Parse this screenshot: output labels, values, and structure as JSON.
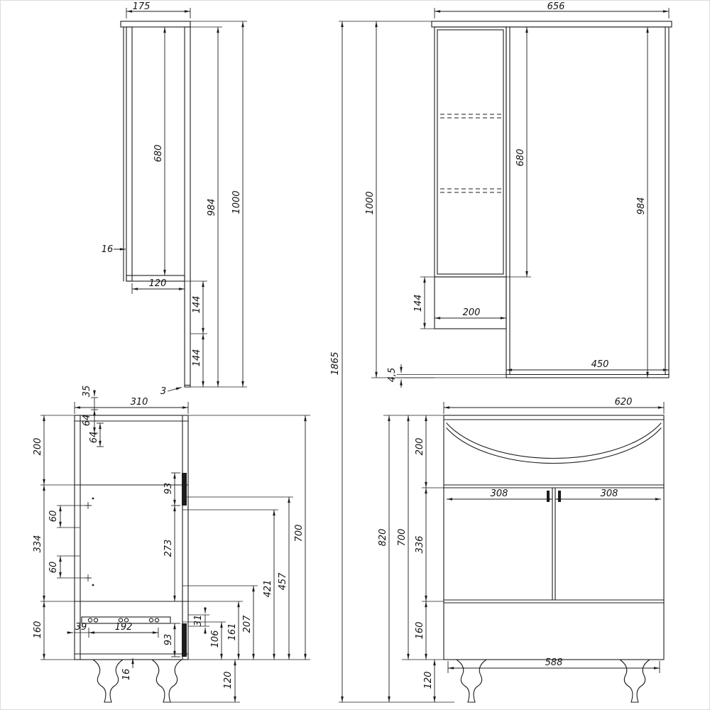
{
  "meta": {
    "drawing_type": "furniture dimensional drawing",
    "line_color": "#1c1c1c",
    "background": "#ffffff"
  },
  "views": {
    "mirror_side": {
      "d175": "175",
      "d680": "680",
      "d984": "984",
      "d1000": "1000",
      "d16": "16",
      "d120": "120",
      "d144a": "144",
      "d144b": "144",
      "d3": "3"
    },
    "mirror_front": {
      "d656": "656",
      "d680": "680",
      "d984": "984",
      "d1000": "1000",
      "d144": "144",
      "d200": "200",
      "d450": "450",
      "d45": "4,5"
    },
    "vanity_side": {
      "d310": "310",
      "d35": "35",
      "d64a": "64",
      "d64b": "64",
      "d200": "200",
      "d334": "334",
      "d160": "160",
      "d60a": "60",
      "d60b": "60",
      "d93a": "93",
      "d273": "273",
      "d700": "700",
      "d457": "457",
      "d421": "421",
      "d207": "207",
      "d161": "161",
      "d106": "106",
      "d31": "31",
      "d39": "39",
      "d192": "192",
      "d93b": "93",
      "d16": "16",
      "d120": "120"
    },
    "vanity_front": {
      "d620": "620",
      "d200": "200",
      "d308a": "308",
      "d308b": "308",
      "d336": "336",
      "d160": "160",
      "d700": "700",
      "d820": "820",
      "d588": "588",
      "d120": "120"
    },
    "overall": {
      "d1865": "1865"
    }
  }
}
